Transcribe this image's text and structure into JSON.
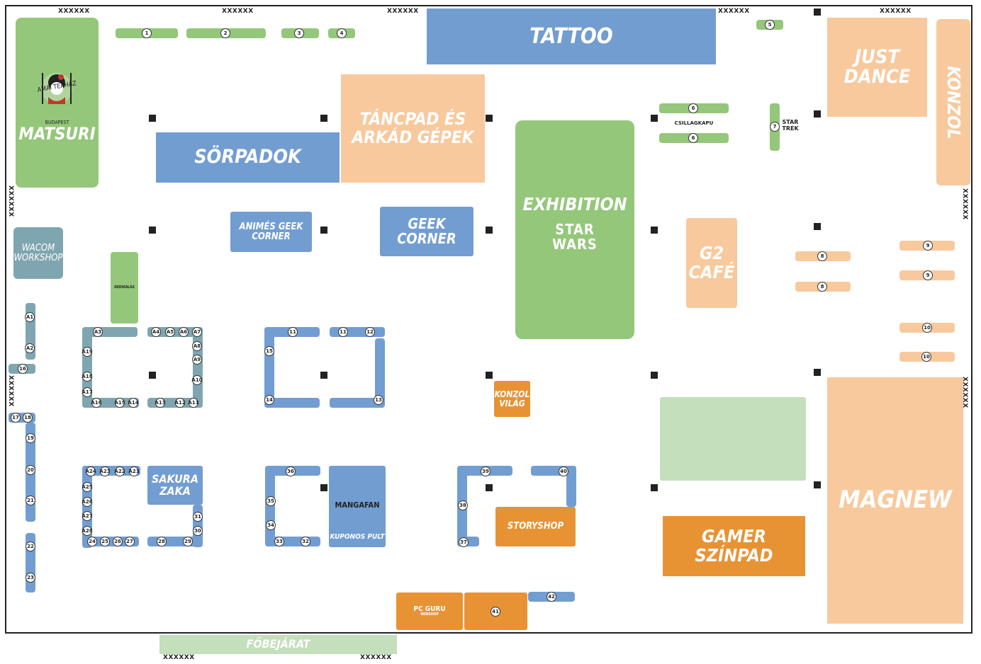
{
  "booths": {
    "tattoo": "TATTOO",
    "sorpadok": "SÖRPADOK",
    "tancpad": "TÁNCPAD ÉS ARKÁD GÉPEK",
    "matsuri": "MATSURI",
    "amai": "AMAI TEAHÁZ",
    "amai_sub": "BUDAPEST",
    "just_dance": "JUST DANCE",
    "konzol": "KONZOL",
    "exhibition": "EXHIBITION",
    "star": "STAR",
    "wars": "WARS",
    "csillagkapu": "CSILLAGKAPU",
    "star_trek": "STAR TREK",
    "animes_geek": "ANIMÉS GEEK CORNER",
    "geek_corner": "GEEK CORNER",
    "g2_cafe": "G2 CAFÉ",
    "wacom": "WACOM WORKSHOP",
    "dedikalas": "DEDIKÁLÁS",
    "sakura": "SAKURA ZAKA",
    "mangafan": "MANGAFAN",
    "kuponos": "KUPONOS PULT",
    "konzol_vilag": "KONZOL VILÁG",
    "storyshop": "STORYSHOP",
    "gamer_szinpad": "GAMER SZÍNPAD",
    "magnew": "MAGNEW",
    "pcguru": "PC GURU",
    "pcguru_sub": "WEBSHOP",
    "fobejarat": "FŐBEJÁRAT"
  },
  "exit_mark": "XXXXXX",
  "colors": {
    "blue": "#729dd1",
    "green": "#94c77a",
    "peach": "#f8c99d",
    "orange": "#e79334",
    "teal": "#7fa6b0",
    "light_green": "#c3dfbc"
  },
  "numbers": {
    "n1": "1",
    "n2": "2",
    "n3": "3",
    "n4": "4",
    "n5": "5",
    "n6a": "6",
    "n6b": "6",
    "n7": "7",
    "n8a": "8",
    "n8b": "8",
    "n9a": "9",
    "n9b": "9",
    "n10a": "10",
    "n10b": "10",
    "n11a": "11",
    "n11b": "11",
    "n12": "12",
    "n13": "13",
    "n14": "14",
    "n15": "15",
    "n16": "16",
    "n17": "17",
    "n18": "18",
    "n19": "19",
    "n20": "20",
    "n21": "21",
    "n22": "22",
    "n23": "23",
    "n24": "24",
    "n25": "25",
    "n26": "26",
    "n27": "27",
    "n28": "28",
    "n29": "29",
    "n30": "30",
    "n31": "31",
    "n32": "32",
    "n33": "33",
    "n34": "34",
    "n35": "35",
    "n36": "36",
    "n37": "37",
    "n38": "38",
    "n39": "39",
    "n40": "40",
    "n41": "41",
    "n42": "42",
    "a1": "A1",
    "a2": "A2",
    "a3": "A3",
    "a4": "A4",
    "a5": "A5",
    "a6": "A6",
    "a7": "A7",
    "a8": "A8",
    "a9": "A9",
    "a10": "A10",
    "a11": "A11",
    "a12": "A12",
    "a13": "A13",
    "a14": "A14",
    "a15": "A15",
    "a16": "A16",
    "a17": "A17",
    "a18": "A18",
    "a19": "A19",
    "a21": "A21",
    "a22": "A22",
    "a23": "A23",
    "a24": "A24",
    "a25": "A25",
    "a26": "A26",
    "a27": "A27",
    "a28": "A28"
  }
}
